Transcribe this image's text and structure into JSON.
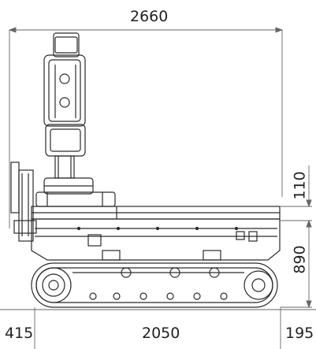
{
  "dimensions": {
    "overall_length": "2660",
    "top_height": "110",
    "body_height": "890",
    "front_overhang": "415",
    "track_length": "2050",
    "rear_overhang": "195"
  },
  "colors": {
    "line": "#2a2a2a",
    "frame": "#888888",
    "text": "#222222",
    "background": "#ffffff"
  }
}
